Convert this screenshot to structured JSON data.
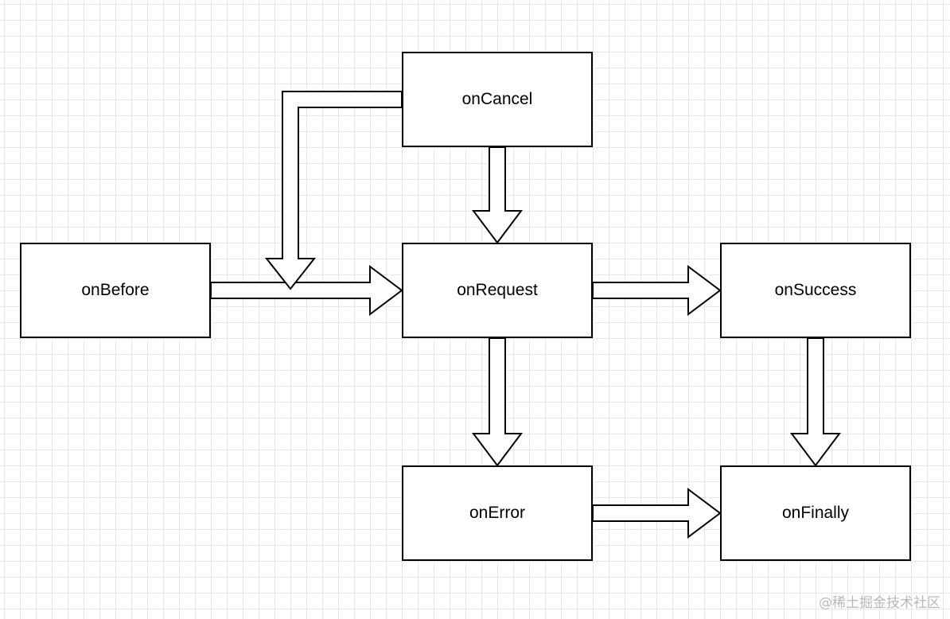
{
  "nodes": {
    "before": "onBefore",
    "cancel": "onCancel",
    "request": "onRequest",
    "success": "onSuccess",
    "error": "onError",
    "finally": "onFinally"
  },
  "edges": [
    {
      "from": "onBefore",
      "to": "onRequest"
    },
    {
      "from": "onCancel",
      "to": "onRequest"
    },
    {
      "from": "onCancel",
      "to": "onBefore-onRequest-edge"
    },
    {
      "from": "onRequest",
      "to": "onSuccess"
    },
    {
      "from": "onRequest",
      "to": "onError"
    },
    {
      "from": "onSuccess",
      "to": "onFinally"
    },
    {
      "from": "onError",
      "to": "onFinally"
    }
  ],
  "watermark": "@稀土掘金技术社区",
  "colors": {
    "stroke": "#000000",
    "fill": "#ffffff",
    "grid": "#e6e6e6"
  }
}
